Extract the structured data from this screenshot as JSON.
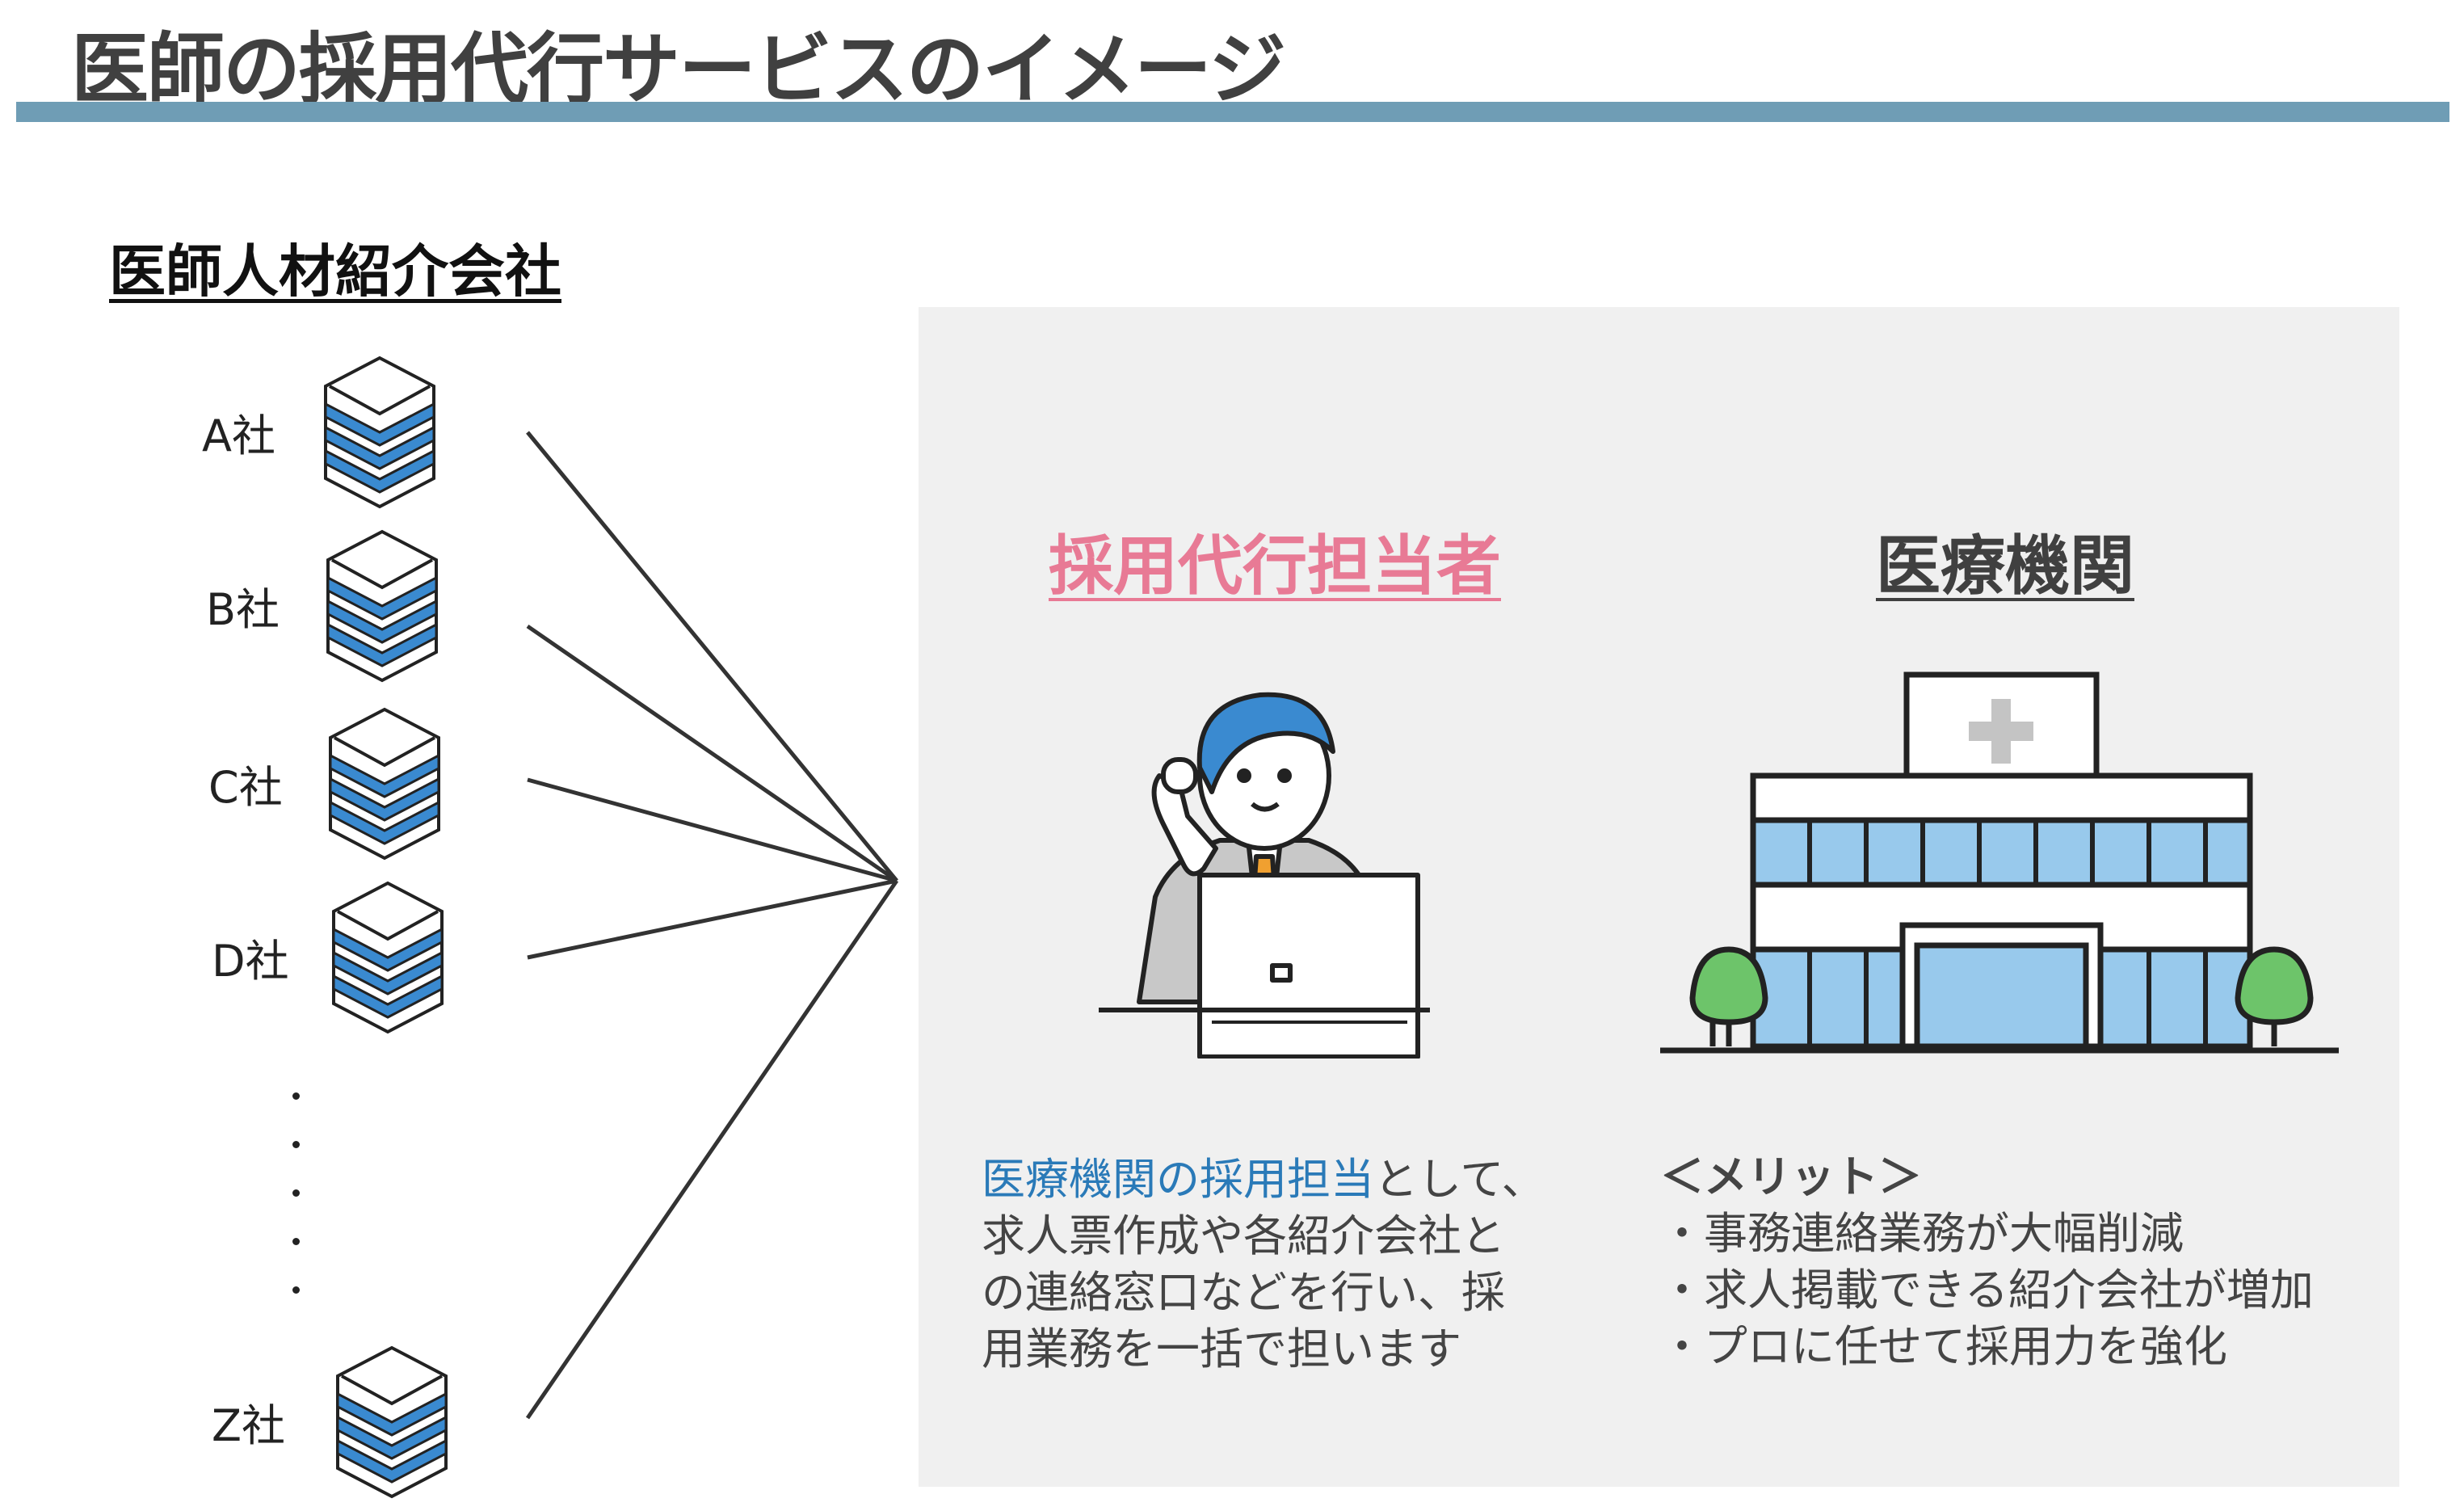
{
  "title": "医師の採用代行サービスのイメージ",
  "subtitle": "医師人材紹介会社",
  "companies": [
    {
      "label": "A社"
    },
    {
      "label": "B社"
    },
    {
      "label": "C社"
    },
    {
      "label": "D社"
    },
    {
      "label": "Z社"
    }
  ],
  "agent": {
    "heading": "採用代行担当者",
    "desc_highlight": "医療機関の採用担当",
    "desc_lines": [
      "として、",
      "求人票作成や各紹介会社と",
      "の連絡窓口などを行い、採",
      "用業務を一括で担います"
    ]
  },
  "hospital": {
    "heading": "医療機関",
    "merit_title": "＜メリット＞",
    "merits": [
      "・事務連絡業務が大幅削減",
      "・求人掲載できる紹介会社が増加",
      "・プロに任せて採用力を強化"
    ]
  },
  "colors": {
    "bar": "#6f9db5",
    "accent_pink": "#e87a95",
    "accent_blue": "#2a7ab8",
    "icon_blue": "#3a8ad0",
    "panel": "#f0f0f0"
  }
}
